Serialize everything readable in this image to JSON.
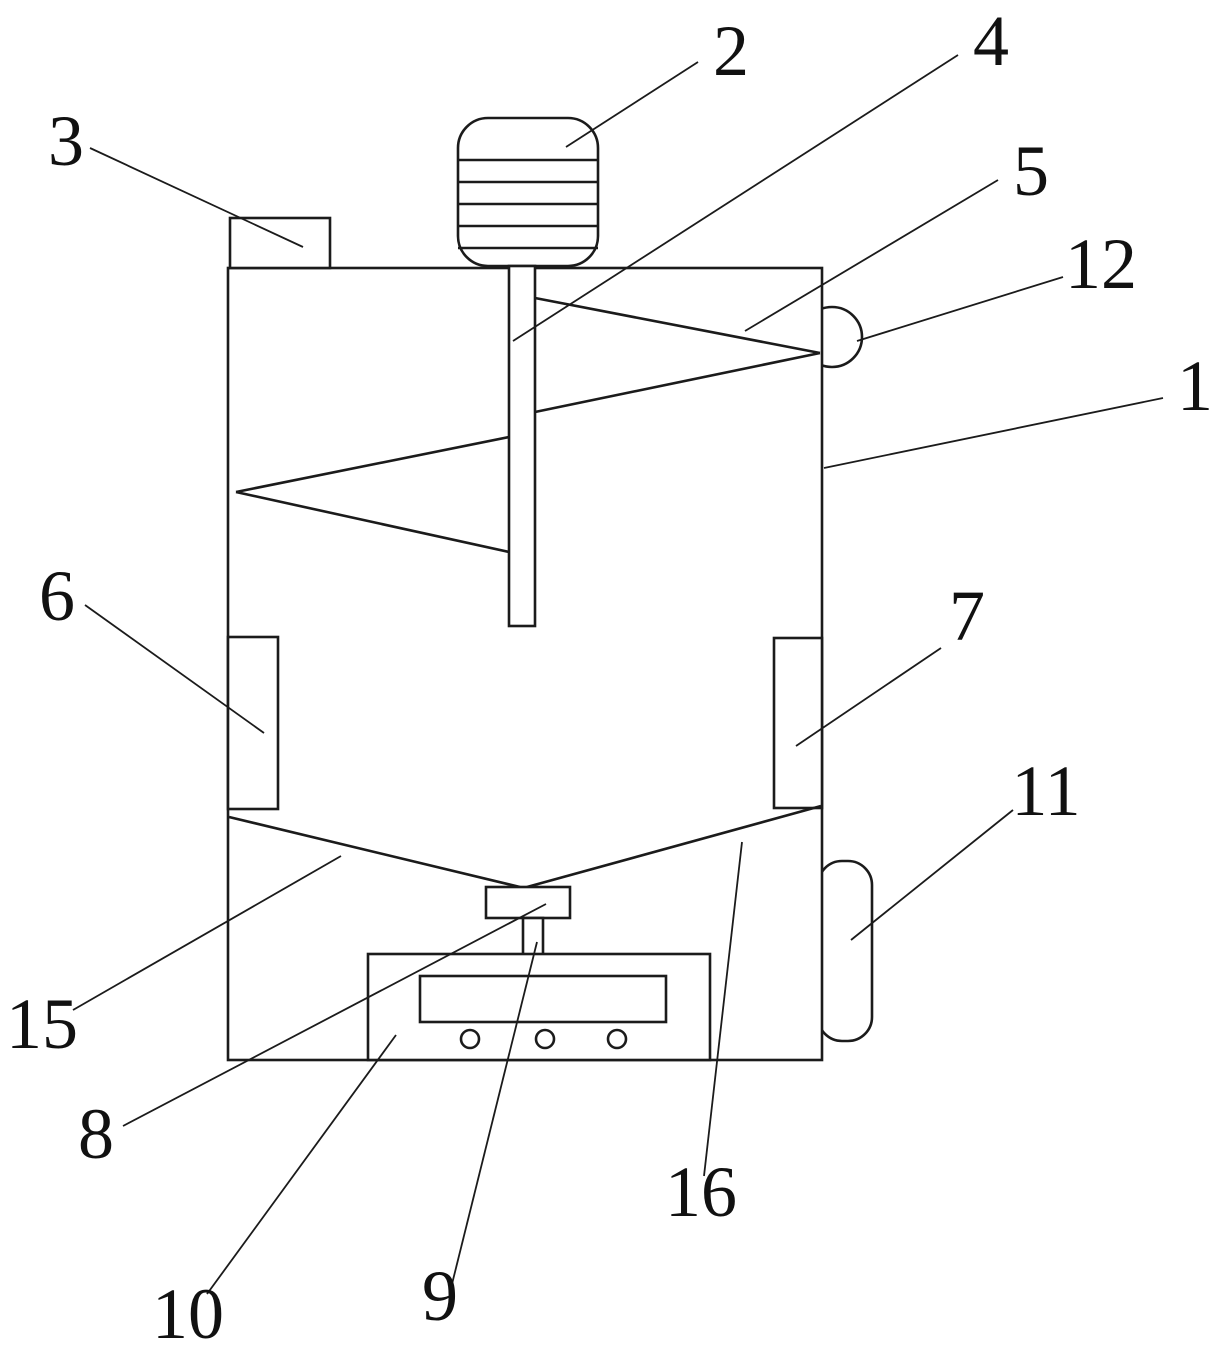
{
  "figure": {
    "kind": "patent-line-drawing",
    "background": "#ffffff",
    "line_color": "#1b1b1b",
    "text_color": "#111111"
  },
  "labels": [
    {
      "text": "1"
    },
    {
      "text": "2"
    },
    {
      "text": "3"
    },
    {
      "text": "4"
    },
    {
      "text": "5"
    },
    {
      "text": "6"
    },
    {
      "text": "7"
    },
    {
      "text": "8"
    },
    {
      "text": "9"
    },
    {
      "text": "10"
    },
    {
      "text": "11"
    },
    {
      "text": "12"
    },
    {
      "text": "15"
    },
    {
      "text": "16"
    }
  ]
}
